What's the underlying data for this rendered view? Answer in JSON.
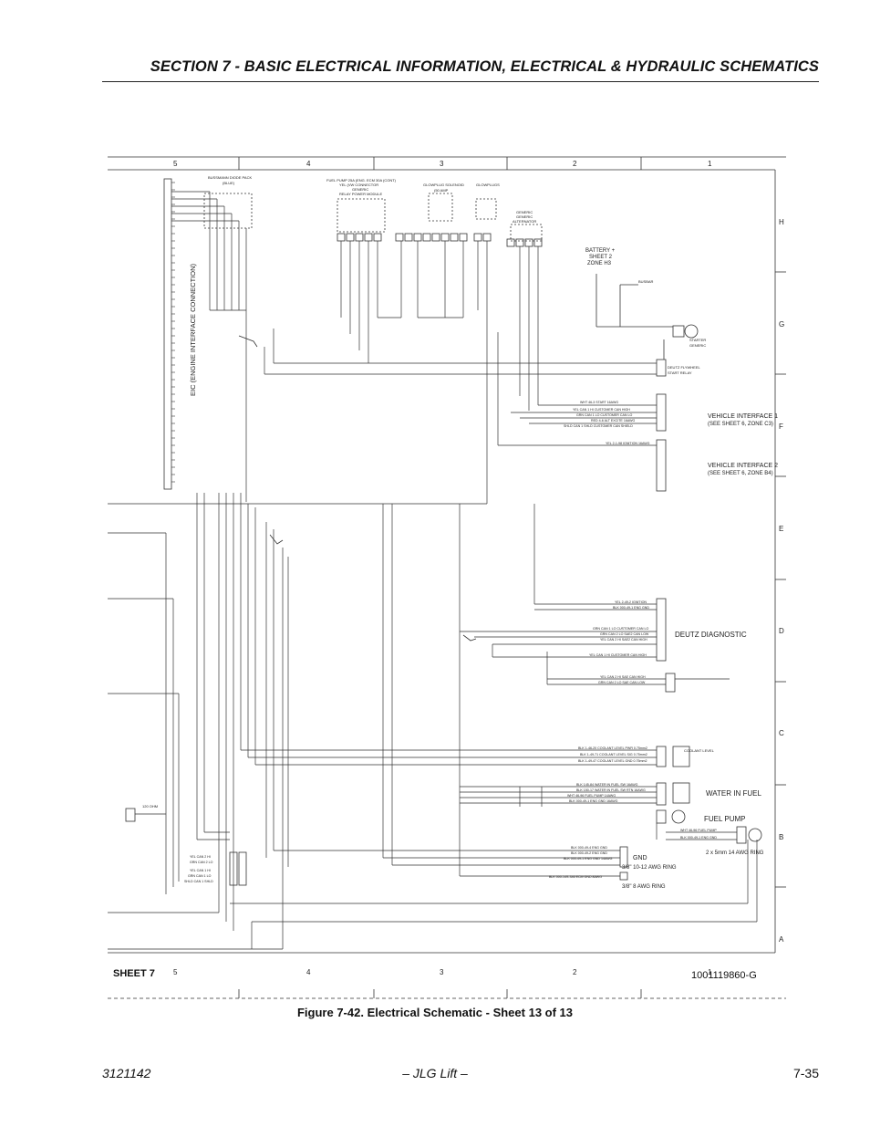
{
  "header": {
    "section_title": "SECTION 7 - BASIC ELECTRICAL INFORMATION, ELECTRICAL & HYDRAULIC SCHEMATICS"
  },
  "schematic": {
    "column_numbers": [
      "5",
      "4",
      "3",
      "2",
      "1"
    ],
    "row_letters": [
      "H",
      "G",
      "F",
      "E",
      "D",
      "C",
      "B",
      "A"
    ],
    "sheet_label": "SHEET 7",
    "drawing_number": "1001119860-G",
    "eic_label": "EIC (ENGINE INTERFACE CONNECTION)",
    "components": {
      "diode_pack": "BUSSMANN DIODE PACK",
      "diode_pack_color": "(BLUE)",
      "fuel_pump_relay_1": "FUEL PUMP 25A (ENG. ECM 30A (CONT)",
      "fuel_pump_relay_2": "YEL (VW CONNECTOR",
      "fuel_pump_relay_3": "GENERIC",
      "fuel_pump_relay_4": "RELAY POWER MODULE",
      "glowplug_solenoid": "GLOWPLUG SOLENOID",
      "glowplug_solenoid_amp": "(50 AMP",
      "glowplugs": "GLOWPLUGS",
      "alternator_1": "GENERIC",
      "alternator_2": "GENERIC",
      "alternator_3": "ALTERNATOR",
      "battery_1": "BATTERY +",
      "battery_2": "SHEET 2",
      "battery_3": "ZONE H3",
      "busbar": "BUSBAR",
      "starter": "STARTER",
      "starter_generic": "GENERIC",
      "deutz_flywheel": "DEUTZ FLYWHEEL",
      "start_relay": "START RELAY",
      "vehicle_interface_1": "VEHICLE INTERFACE 1",
      "vehicle_interface_1_ref": "(SEE SHEET 6, ZONE C3)",
      "vehicle_interface_2": "VEHICLE INTERFACE 2",
      "vehicle_interface_2_ref": "(SEE SHEET 6, ZONE B4)",
      "deutz_diagnostic": "DEUTZ DIAGNOSTIC",
      "coolant_level": "COOLANT LEVEL",
      "water_in_fuel": "WATER IN FUEL",
      "fuel_pump": "FUEL PUMP",
      "gnd": "GND",
      "ring_1": "3/8\" 10-12 AWG RING",
      "ring_2": "3/8\" 8 AWG RING",
      "ring_3": "2 x 5mm 14 AWG RING",
      "ohm_resistor": "120 OHM"
    },
    "wire_labels": {
      "vi1_1": "WHT 46-3 START 16AWG",
      "vi1_2": "YEL CAN 1 HI CUSTOMER CAN HIGH",
      "vi1_3": "GRN CAN 1 LO CUSTOMER CAN LO",
      "vi1_4": "RED 4-6 ALT EXCITE 16AWG",
      "vi1_5": "SHLD CAN 1 SHLD CUSTOMER CAN SHIELD",
      "vi2_1": "YEL 2-1-98 IGNITION 16AWG",
      "diag_1": "YEL 2-49-2 IGNITION",
      "diag_2": "BLK 000-49-1 ENG GND",
      "diag_3": "GRN CAN 1 LO CUSTOMER CAN LO",
      "diag_4": "GRN CAN 2 LO SAE2 CAN LOW",
      "diag_5": "YEL CAN 2 HI SAE2 CAN HIGH",
      "diag_6": "YEL CAN 1 HI CUSTOMER CAN HIGH",
      "diag_7": "YEL CAN 2 HI SAE CAN HIGH",
      "diag_8": "GRN CAN 2 LO SAE CAN LOW",
      "cool_1": "BLK 1-46-20 COOLANT LEVEL PWR 0.75mm2",
      "cool_2": "BLK 1-49-71 COOLANT LEVEL SIG 0.75mm2",
      "cool_3": "BLK 1-49-47 COOLANT LEVEL GND 0.75mm2",
      "wif_1": "BLK 145-84 WATER IN FUEL SW 16AWG",
      "wif_2": "BLK 150-17 WATER IN FUEL SW RTN 16AWG",
      "wif_3": "WHT 46-96 FUEL PUMP 14AWG",
      "wif_4": "BLK 000-49-1 ENG GND 16AWG",
      "fp_1": "WHT 46-96 FUEL PUMP",
      "fp_2": "BLK 000-49-1 ENG GND",
      "gnd_1": "BLK 000-49-4 ENG GND",
      "gnd_2": "BLK 000-49-2 ENG GND",
      "gnd_3": "BLK 000-49-1 ENG GND 14AWG",
      "gnd_4": "BLK 000-14S-346 ECM GND 8AWG",
      "can_1": "YEL CAN 2 HI",
      "can_2": "GRN CAN 2 LO",
      "can_3": "YEL CAN 1 HI",
      "can_4": "GRN CAN 1 LO",
      "can_5": "SHLD CAN 1 SHLD"
    }
  },
  "caption": "Figure 7-42.  Electrical Schematic - Sheet 13 of 13",
  "footer": {
    "doc_number": "3121142",
    "center": "– JLG Lift –",
    "page": "7-35"
  }
}
